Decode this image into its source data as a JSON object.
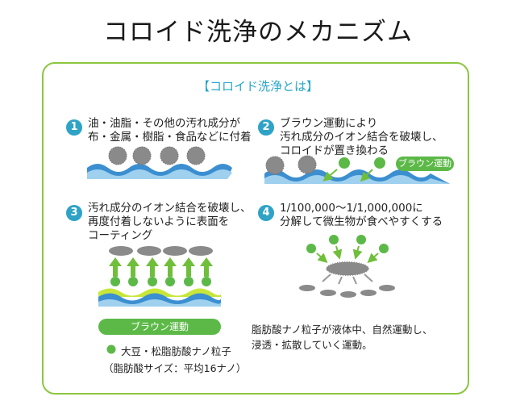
{
  "page_title": "コロイド洗浄のメカニズム",
  "subtitle": "【コロイド洗浄とは】",
  "steps": [
    {
      "number": "1",
      "lines": [
        "油・油脂・その他の汚れ成分が",
        "布・金属・樹脂・食品などに付着"
      ]
    },
    {
      "number": "2",
      "lines": [
        "ブラウン運動により",
        "汚れ成分のイオン結合を破壊し、",
        "コロイドが置き換わる"
      ]
    },
    {
      "number": "3",
      "lines": [
        "汚れ成分のイオン結合を破壊し、",
        "再度付着しないように表面を",
        "コーティング"
      ]
    },
    {
      "number": "4",
      "lines": [
        "1/100,000〜1/1,000,000に",
        "分解して微生物が食べやすくする"
      ]
    }
  ],
  "brownian_label": "ブラウン運動",
  "legend": {
    "pill_label": "ブラウン運動",
    "particle_label": "大豆・松脂肪酸ナノ粒子",
    "size_note": "（脂肪酸サイズ：平均16ナノ）",
    "description_lines": [
      "脂肪酸ナノ粒子が液体中、自然運動し、",
      "浸透・拡散していく運動。"
    ]
  },
  "colors": {
    "accent_green": "#8cc63f",
    "particle_green": "#5cb947",
    "number_blue": "#2fa3c6",
    "wave_blue": "#3b8fd0",
    "dirt_gray": "#8a8a8a"
  }
}
